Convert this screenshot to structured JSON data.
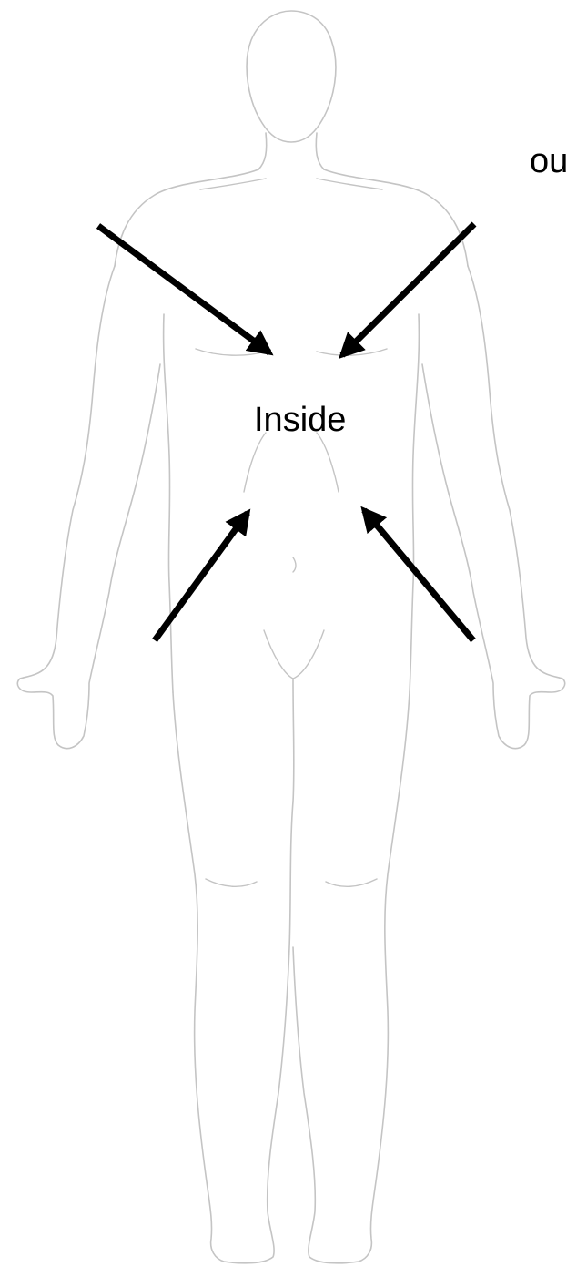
{
  "labels": {
    "inside": "Inside",
    "outside": "ou"
  },
  "colors": {
    "body_outline": "#c4c4c4",
    "arrow": "#000000",
    "label_text": "#000000",
    "background": "#ffffff"
  },
  "arrows": [
    {
      "name": "arrow-upper-left",
      "points_toward": "inside"
    },
    {
      "name": "arrow-upper-right",
      "points_toward": "inside"
    },
    {
      "name": "arrow-lower-left",
      "points_toward": "inside"
    },
    {
      "name": "arrow-lower-right",
      "points_toward": "inside"
    }
  ],
  "figure": {
    "icon": "human-body-outline-front-view"
  }
}
